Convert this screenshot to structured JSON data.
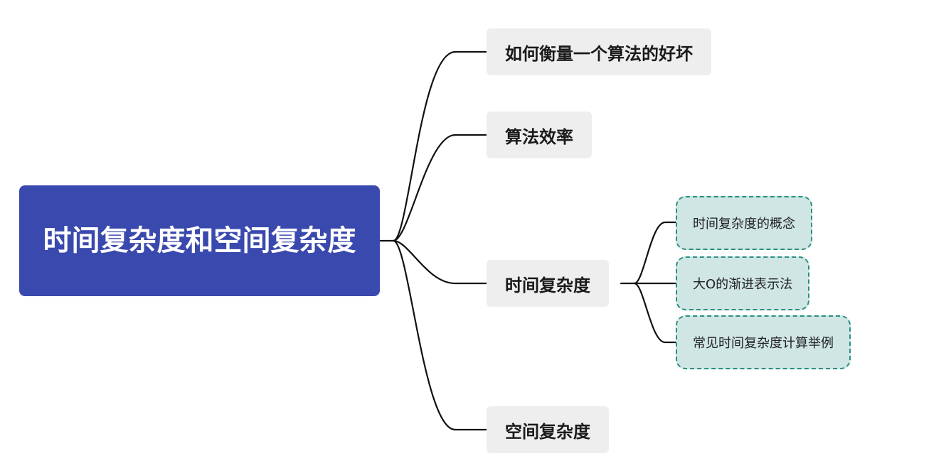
{
  "root": {
    "label": "时间复杂度和空间复杂度"
  },
  "branches": [
    {
      "label": "如何衡量一个算法的好坏"
    },
    {
      "label": "算法效率"
    },
    {
      "label": "时间复杂度",
      "children": [
        {
          "label": "时间复杂度的概念"
        },
        {
          "label": "大O的渐进表示法"
        },
        {
          "label": "常见时间复杂度计算举例"
        }
      ]
    },
    {
      "label": "空间复杂度"
    }
  ],
  "colors": {
    "root_fill": "#3a49ad",
    "branch_fill": "#eeeeee",
    "leaf_fill": "#cfe6e4",
    "leaf_border": "#2a8f80",
    "connector": "#111111"
  }
}
